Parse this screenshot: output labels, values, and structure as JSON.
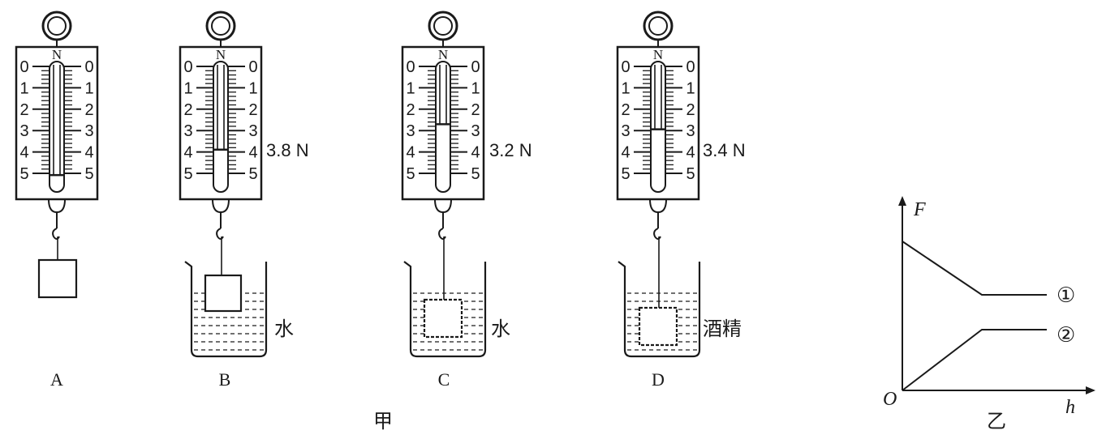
{
  "figure_jia": {
    "caption": "甲",
    "scale_unit": "N",
    "scale_numbers": [
      "0",
      "1",
      "2",
      "3",
      "4",
      "5"
    ],
    "panels": [
      {
        "id": "A",
        "label": "A",
        "reading": "",
        "liquid": "none",
        "liquid_label": "",
        "fill_level": 0.88
      },
      {
        "id": "B",
        "label": "B",
        "reading": "3.8 N",
        "liquid": "water",
        "liquid_label": "水",
        "fill_level": 0.68
      },
      {
        "id": "C",
        "label": "C",
        "reading": "3.2 N",
        "liquid": "water",
        "liquid_label": "水",
        "fill_level": 0.48
      },
      {
        "id": "D",
        "label": "D",
        "reading": "3.4 N",
        "liquid": "alcohol",
        "liquid_label": "酒精",
        "fill_level": 0.52
      }
    ]
  },
  "figure_yi": {
    "caption": "乙",
    "y_axis_label": "F",
    "x_axis_label": "h",
    "origin_label": "O",
    "curves": [
      {
        "id": "1",
        "label": "①",
        "shape": "decreasing then constant"
      },
      {
        "id": "2",
        "label": "②",
        "shape": "increasing then constant"
      }
    ]
  }
}
